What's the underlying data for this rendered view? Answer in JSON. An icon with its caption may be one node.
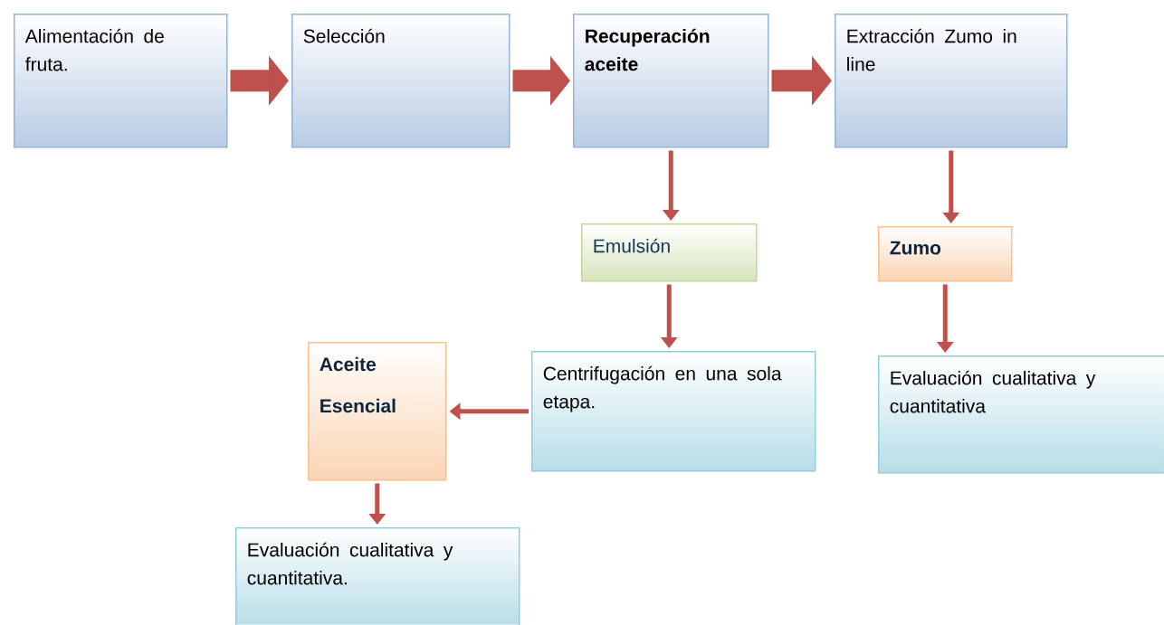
{
  "diagram": {
    "nodes": [
      {
        "text": [
          "Alimentación de fruta."
        ]
      },
      {
        "text": [
          "Selección"
        ]
      },
      {
        "text": [
          "Recuperación aceite"
        ]
      },
      {
        "text": [
          "Extracción Zumo in line"
        ]
      },
      {
        "text": [
          "Emulsión"
        ]
      },
      {
        "text": [
          "Zumo"
        ]
      },
      {
        "text": [
          "Aceite Esencial"
        ]
      },
      {
        "text": [
          "Centrifugación en una sola etapa."
        ]
      },
      {
        "text": [
          "Evaluación cualitativa y cuantitativa"
        ]
      },
      {
        "text": [
          "Evaluación cualitativa y cuantitativa."
        ]
      }
    ],
    "edges": [
      {
        "from": 0,
        "to": 1,
        "arrow": "to",
        "style": "thick"
      },
      {
        "from": 1,
        "to": 2,
        "arrow": "to",
        "style": "thick"
      },
      {
        "from": 2,
        "to": 3,
        "arrow": "to",
        "style": "thick"
      },
      {
        "from": 2,
        "to": 4,
        "arrow": "to"
      },
      {
        "from": 3,
        "to": 5,
        "arrow": "to"
      },
      {
        "from": 4,
        "to": 7,
        "arrow": "to"
      },
      {
        "from": 5,
        "to": 8,
        "arrow": "to"
      },
      {
        "from": 7,
        "to": 6,
        "arrow": "to"
      },
      {
        "from": 6,
        "to": 9,
        "arrow": "to"
      }
    ]
  }
}
